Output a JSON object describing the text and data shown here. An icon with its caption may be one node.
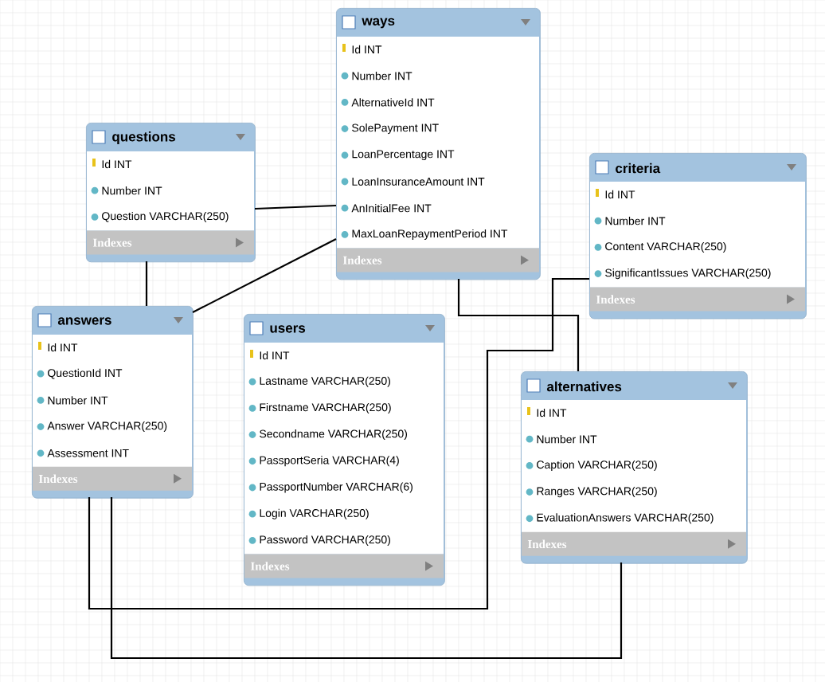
{
  "diagram": {
    "nodes": [
      {
        "text": [
          "ways",
          "Id INT",
          "Number INT",
          "AlternativeId INT",
          "SolePayment INT",
          "LoanPercentage INT",
          "LoanInsuranceAmount INT",
          "AnInitialFee INT",
          "MaxLoanRepaymentPeriod INT",
          "Indexes"
        ]
      },
      {
        "text": [
          "questions",
          "Id INT",
          "Number INT",
          "Question VARCHAR(250)",
          "Indexes"
        ]
      },
      {
        "text": [
          "criteria",
          "Id INT",
          "Number INT",
          "Content VARCHAR(250)",
          "SignificantIssues VARCHAR(250)",
          "Indexes"
        ]
      },
      {
        "text": [
          "answers",
          "Id INT",
          "QuestionId INT",
          "Number INT",
          "Answer VARCHAR(250)",
          "Assessment INT",
          "Indexes"
        ]
      },
      {
        "text": [
          "users",
          "Id INT",
          "Lastname VARCHAR(250)",
          "Firstname VARCHAR(250)",
          "Secondname VARCHAR(250)",
          "PassportSeria VARCHAR(4)",
          "PassportNumber VARCHAR(6)",
          "Login VARCHAR(250)",
          "Password VARCHAR(250)",
          "Indexes"
        ]
      },
      {
        "text": [
          "alternatives",
          "Id INT",
          "Number INT",
          "Caption VARCHAR(250)",
          "Ranges VARCHAR(250)",
          "EvaluationAnswers VARCHAR(250)",
          "Indexes"
        ]
      }
    ],
    "edges": [
      {
        "from": 1,
        "to": 0,
        "arrow": "none"
      },
      {
        "from": 3,
        "to": 0,
        "arrow": "none"
      },
      {
        "from": 1,
        "to": 3,
        "arrow": "none"
      },
      {
        "from": 0,
        "to": 5,
        "arrow": "none"
      },
      {
        "from": 2,
        "to": 3,
        "arrow": "none"
      },
      {
        "from": 3,
        "to": 5,
        "arrow": "none"
      }
    ]
  }
}
